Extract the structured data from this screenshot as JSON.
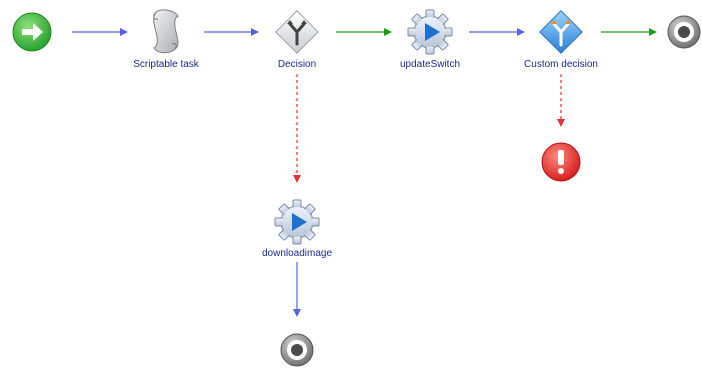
{
  "colors": {
    "connector_normal": "#5563e8",
    "connector_success": "#1f9a1f",
    "connector_error": "#e83030",
    "label_text": "#1a2a88"
  },
  "nodes": {
    "start": {
      "icon": "start-arrow-icon"
    },
    "scriptable_task": {
      "label": "Scriptable task",
      "icon": "scroll-icon"
    },
    "decision": {
      "label": "Decision",
      "icon": "decision-icon"
    },
    "update_switch": {
      "label": "updateSwitch",
      "icon": "workflow-gear-icon"
    },
    "custom_decision": {
      "label": "Custom decision",
      "icon": "custom-decision-icon"
    },
    "end_top": {
      "icon": "end-icon"
    },
    "exception": {
      "icon": "exception-icon"
    },
    "download_image": {
      "label": "downloadimage",
      "icon": "workflow-gear-icon"
    },
    "end_bottom": {
      "icon": "end-icon"
    }
  }
}
